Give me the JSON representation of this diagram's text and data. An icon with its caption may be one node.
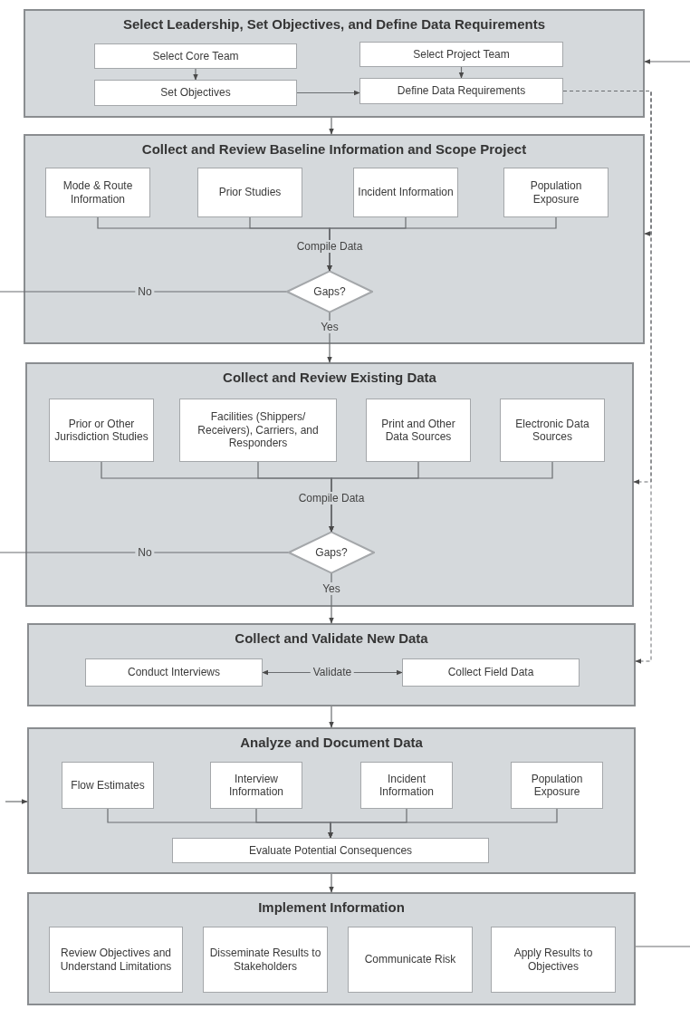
{
  "diagram": {
    "nodes": [
      {
        "text": [
          "Select Leadership, Set Objectives, and Define Data Requirements"
        ]
      },
      {
        "text": [
          "Select Core Team"
        ],
        "in": 0
      },
      {
        "text": [
          "Select Project Team"
        ],
        "in": 0
      },
      {
        "text": [
          "Set Objectives"
        ],
        "in": 0
      },
      {
        "text": [
          "Define Data Requirements"
        ],
        "in": 0
      },
      {
        "text": [
          "Collect and Review Baseline Information and Scope Project"
        ]
      },
      {
        "text": [
          "Mode & Route Information"
        ],
        "in": 5
      },
      {
        "text": [
          "Prior Studies"
        ],
        "in": 5
      },
      {
        "text": [
          "Incident Information"
        ],
        "in": 5
      },
      {
        "text": [
          "Population Exposure"
        ],
        "in": 5
      },
      {
        "text": [
          "Gaps?"
        ],
        "in": 5
      },
      {
        "text": [
          "Collect and Review Existing Data"
        ]
      },
      {
        "text": [
          "Prior or Other Jurisdiction Studies"
        ],
        "in": 11
      },
      {
        "text": [
          "Facilities (Shippers/ Receivers), Carriers, and Responders"
        ],
        "in": 11
      },
      {
        "text": [
          "Print and Other Data Sources"
        ],
        "in": 11
      },
      {
        "text": [
          "Electronic Data Sources"
        ],
        "in": 11
      },
      {
        "text": [
          "Gaps?"
        ],
        "in": 11
      },
      {
        "text": [
          "Collect and Validate New Data"
        ]
      },
      {
        "text": [
          "Conduct Interviews"
        ],
        "in": 17
      },
      {
        "text": [
          "Collect Field Data"
        ],
        "in": 17
      },
      {
        "text": [
          "Analyze and Document Data"
        ]
      },
      {
        "text": [
          "Flow Estimates"
        ],
        "in": 20
      },
      {
        "text": [
          "Interview Information"
        ],
        "in": 20
      },
      {
        "text": [
          "Incident Information"
        ],
        "in": 20
      },
      {
        "text": [
          "Population Exposure"
        ],
        "in": 20
      },
      {
        "text": [
          "Evaluate Potential Consequences"
        ],
        "in": 20
      },
      {
        "text": [
          "Implement Information"
        ]
      },
      {
        "text": [
          "Review Objectives and Understand Limitations"
        ],
        "in": 26
      },
      {
        "text": [
          "Disseminate Results to Stakeholders"
        ],
        "in": 26
      },
      {
        "text": [
          "Communicate Risk"
        ],
        "in": 26
      },
      {
        "text": [
          "Apply Results to Objectives"
        ],
        "in": 26
      }
    ],
    "edges": [
      {
        "from": 1,
        "to": 3,
        "arrow": "to"
      },
      {
        "from": 2,
        "to": 4,
        "arrow": "to"
      },
      {
        "from": 3,
        "to": 4,
        "arrow": "to"
      },
      {
        "from": 0,
        "to": 5,
        "arrow": "to"
      },
      {
        "from": 4,
        "to": 5,
        "arrow": "to",
        "style": "dashed"
      },
      {
        "from": 4,
        "to": 11,
        "arrow": "to",
        "style": "dashed"
      },
      {
        "from": 4,
        "to": 17,
        "arrow": "to",
        "style": "dashed"
      },
      {
        "from": null,
        "to": 0,
        "arrow": "to"
      },
      {
        "from": 6,
        "to": 10,
        "arrow": "to",
        "label": "Compile Data"
      },
      {
        "from": 7,
        "to": 10,
        "arrow": "to"
      },
      {
        "from": 8,
        "to": 10,
        "arrow": "to"
      },
      {
        "from": 9,
        "to": 10,
        "arrow": "to"
      },
      {
        "from": 10,
        "to": null,
        "arrow": "none",
        "label": "No"
      },
      {
        "from": 10,
        "to": 11,
        "arrow": "to",
        "label": "Yes"
      },
      {
        "from": 12,
        "to": 16,
        "arrow": "to",
        "label": "Compile Data"
      },
      {
        "from": 13,
        "to": 16,
        "arrow": "to"
      },
      {
        "from": 14,
        "to": 16,
        "arrow": "to"
      },
      {
        "from": 15,
        "to": 16,
        "arrow": "to"
      },
      {
        "from": 16,
        "to": null,
        "arrow": "none",
        "label": "No"
      },
      {
        "from": 16,
        "to": 17,
        "arrow": "to",
        "label": "Yes"
      },
      {
        "from": 18,
        "to": 19,
        "arrow": "both",
        "label": "Validate"
      },
      {
        "from": 17,
        "to": 20,
        "arrow": "to"
      },
      {
        "from": null,
        "to": 20,
        "arrow": "to"
      },
      {
        "from": 21,
        "to": 25,
        "arrow": "to"
      },
      {
        "from": 22,
        "to": 25,
        "arrow": "to"
      },
      {
        "from": 23,
        "to": 25,
        "arrow": "to"
      },
      {
        "from": 24,
        "to": 25,
        "arrow": "to"
      },
      {
        "from": 20,
        "to": 26,
        "arrow": "to"
      },
      {
        "from": 26,
        "to": null,
        "arrow": "none"
      }
    ]
  }
}
